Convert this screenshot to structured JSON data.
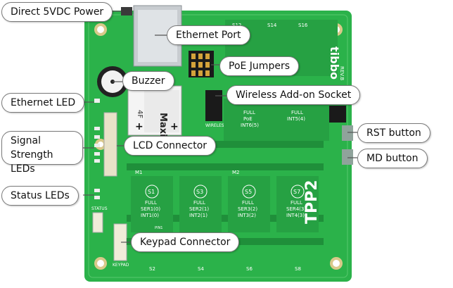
{
  "callouts": {
    "power": "Direct 5VDC Power",
    "ethernet_port": "Ethernet Port",
    "poe_jumpers": "PoE Jumpers",
    "buzzer": "Buzzer",
    "wireless_socket": "Wireless Add-on Socket",
    "ethernet_led": "Ethernet LED",
    "signal_leds": "Signal Strength LEDs",
    "lcd_connector": "LCD Connector",
    "rst_button": "RST button",
    "md_button": "MD button",
    "status_leds": "Status LEDs",
    "keypad_connector": "Keypad Connector"
  },
  "board": {
    "model": "TPP2",
    "brand": "tibbo",
    "revision": "REV.B",
    "chip_label": "Maxi",
    "battery_text": "4F",
    "sockets_top": [
      {
        "id": "S12"
      },
      {
        "id": "S14"
      },
      {
        "id": "S16"
      }
    ],
    "sockets_mid": [
      {
        "line1": "FULL",
        "line2": "PoE",
        "line3": "INT6(5)"
      },
      {
        "line1": "FULL",
        "line2": "INT5(4)",
        "line3": ""
      }
    ],
    "sockets_bottom": [
      {
        "id": "S1",
        "line1": "FULL",
        "line2": "SER1(0)",
        "line3": "INT1(0)"
      },
      {
        "id": "S3",
        "line1": "FULL",
        "line2": "SER2(1)",
        "line3": "INT2(1)"
      },
      {
        "id": "S5",
        "line1": "FULL",
        "line2": "SER3(2)",
        "line3": "INT3(2)"
      },
      {
        "id": "S7",
        "line1": "FULL",
        "line2": "SER4(3)",
        "line3": "INT4(3)"
      }
    ],
    "bottom_ids": [
      "S2",
      "S4",
      "S6",
      "S8"
    ],
    "m_labels": [
      "M1",
      "M2"
    ],
    "small_labels": {
      "status": "STATUS",
      "keypad": "KEYPAD",
      "wireless": "WIRELESS",
      "pin1": "PIN1"
    }
  },
  "colors": {
    "pcb": "#2bb24a",
    "pcb_dark": "#1f8f3a",
    "silk": "#ffffff",
    "callout_border": "#7a7a7a"
  }
}
